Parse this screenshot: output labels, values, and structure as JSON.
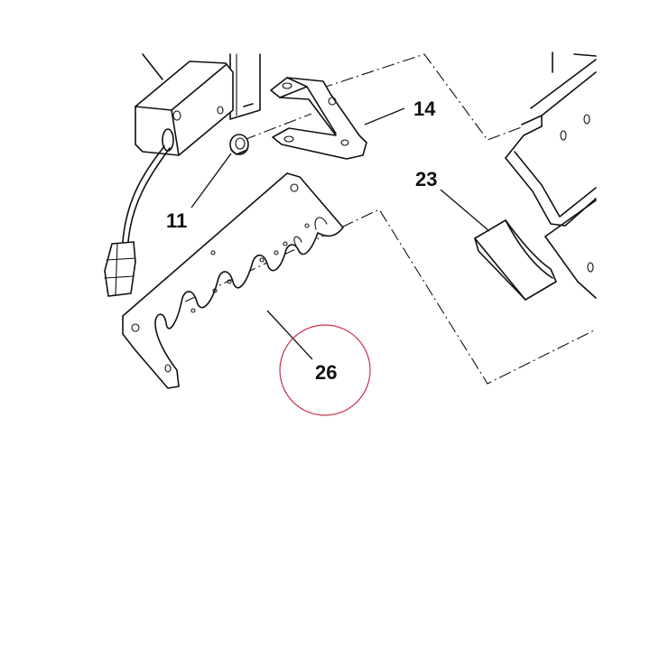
{
  "callouts": {
    "part_14": "14",
    "part_11": "11",
    "part_23": "23",
    "part_26": "26"
  },
  "highlight": {
    "target": "26",
    "circle_color": "#c8324a"
  }
}
